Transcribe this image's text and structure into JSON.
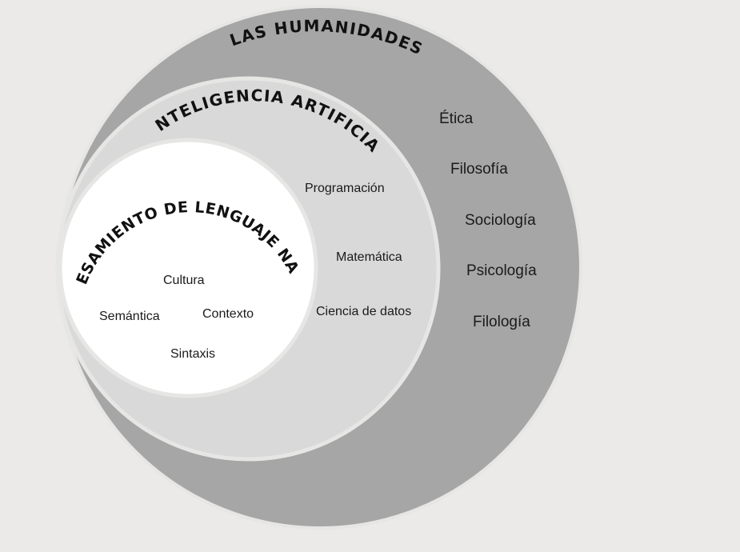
{
  "colors": {
    "background": "#ebeae8",
    "outer_circle": "#a6a6a6",
    "middle_circle": "#d9d9d9",
    "inner_circle": "#ffffff",
    "ring_border": "#e6e6e4",
    "text": "#111111"
  },
  "outer": {
    "title": "LAS HUMANIDADES",
    "topics": [
      "Ética",
      "Filosofía",
      "Sociología",
      "Psicología",
      "Filología"
    ]
  },
  "middle": {
    "title": "INTELIGENCIA ARTIFICIAL",
    "topics": [
      "Programación",
      "Matemática",
      "Ciencia de datos"
    ]
  },
  "inner": {
    "title": "PROCESAMIENTO DE LENGUAJE NATURAL",
    "topics": [
      "Cultura",
      "Semántica",
      "Contexto",
      "Sintaxis"
    ]
  }
}
